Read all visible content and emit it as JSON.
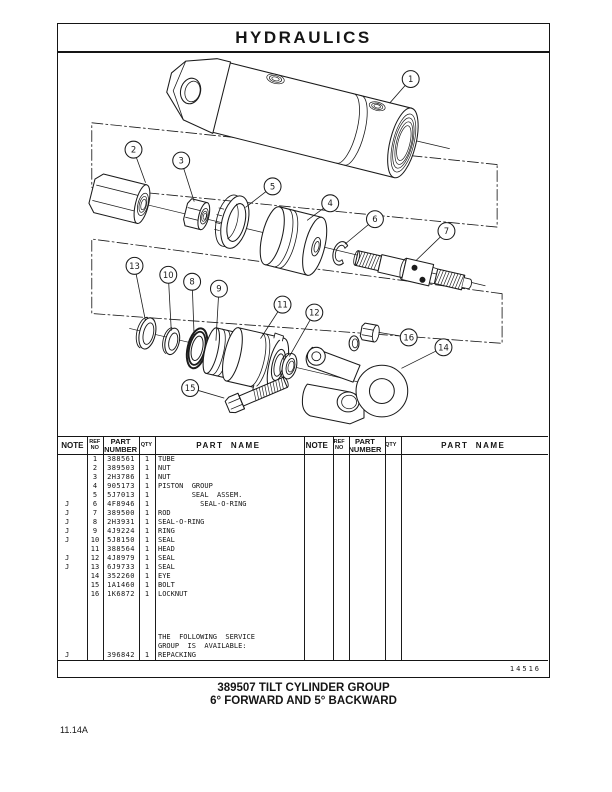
{
  "page": {
    "title": "HYDRAULICS",
    "figure_number": "14516",
    "caption_line1": "389507 TILT CYLINDER GROUP",
    "caption_line2": "6° FORWARD AND 5° BACKWARD",
    "page_number": "11.14A"
  },
  "diagram": {
    "description": "Exploded isometric view of tilt hydraulic cylinder with numbered callouts",
    "callouts": [
      {
        "label": "1"
      },
      {
        "label": "2"
      },
      {
        "label": "3"
      },
      {
        "label": "5"
      },
      {
        "label": "4"
      },
      {
        "label": "6"
      },
      {
        "label": "7"
      },
      {
        "label": "13"
      },
      {
        "label": "10"
      },
      {
        "label": "8"
      },
      {
        "label": "9"
      },
      {
        "label": "11"
      },
      {
        "label": "12"
      },
      {
        "label": "16"
      },
      {
        "label": "14"
      },
      {
        "label": "15"
      }
    ]
  },
  "table": {
    "headers": {
      "note": "NOTE",
      "ref1": "REF",
      "ref2": "NO",
      "pn1": "PART",
      "pn2": "NUMBER",
      "qty": "QTY",
      "name": "PART  NAME"
    },
    "rows": [
      {
        "note": "",
        "ref": "1",
        "part_number": "388561",
        "qty": "1",
        "name": "TUBE"
      },
      {
        "note": "",
        "ref": "2",
        "part_number": "389503",
        "qty": "1",
        "name": "NUT"
      },
      {
        "note": "",
        "ref": "3",
        "part_number": "2H3786",
        "qty": "1",
        "name": "NUT"
      },
      {
        "note": "",
        "ref": "4",
        "part_number": "905173",
        "qty": "1",
        "name": "PISTON  GROUP"
      },
      {
        "note": "",
        "ref": "5",
        "part_number": "5J7013",
        "qty": "1",
        "name": "        SEAL  ASSEM."
      },
      {
        "note": "J",
        "ref": "6",
        "part_number": "4F8946",
        "qty": "1",
        "name": "          SEAL-O-RING"
      },
      {
        "note": "J",
        "ref": "7",
        "part_number": "389500",
        "qty": "1",
        "name": "ROD"
      },
      {
        "note": "J",
        "ref": "8",
        "part_number": "2H3931",
        "qty": "1",
        "name": "SEAL-O-RING"
      },
      {
        "note": "J",
        "ref": "9",
        "part_number": "4J9224",
        "qty": "1",
        "name": "RING"
      },
      {
        "note": "J",
        "ref": "10",
        "part_number": "5J8150",
        "qty": "1",
        "name": "SEAL"
      },
      {
        "note": "",
        "ref": "11",
        "part_number": "388564",
        "qty": "1",
        "name": "HEAD"
      },
      {
        "note": "J",
        "ref": "12",
        "part_number": "4J8979",
        "qty": "1",
        "name": "SEAL"
      },
      {
        "note": "J",
        "ref": "13",
        "part_number": "6J9733",
        "qty": "1",
        "name": "SEAL"
      },
      {
        "note": "",
        "ref": "14",
        "part_number": "352260",
        "qty": "1",
        "name": "EYE"
      },
      {
        "note": "",
        "ref": "15",
        "part_number": "1A1460",
        "qty": "1",
        "name": "BOLT"
      },
      {
        "note": "",
        "ref": "16",
        "part_number": "1K6872",
        "qty": "1",
        "name": "LOCKNUT"
      }
    ],
    "service_note": {
      "line1": "THE  FOLLOWING  SERVICE",
      "line2": "GROUP  IS  AVAILABLE:"
    },
    "service_row": {
      "note": "J",
      "ref": "",
      "part_number": "396842",
      "qty": "1",
      "name": "REPACKING"
    }
  }
}
